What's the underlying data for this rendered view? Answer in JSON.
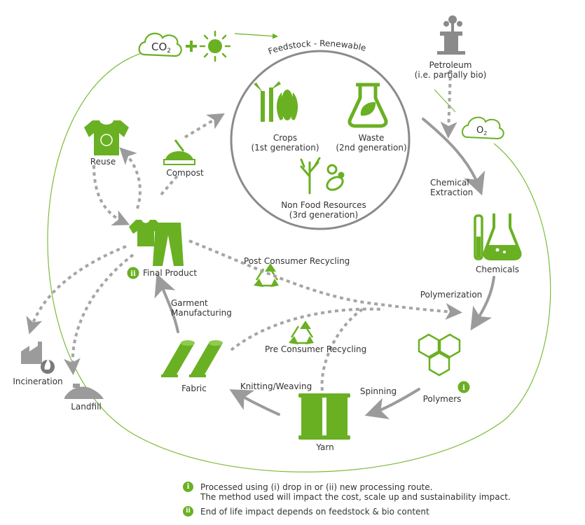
{
  "colors": {
    "accent": "#6ab023",
    "gray": "#9b9b9b",
    "dark_gray": "#7a7a7a"
  },
  "top": {
    "co2_base": "CO",
    "co2_sub": "2",
    "plus": "+",
    "feedstock_title": "Feedstock - Renewable"
  },
  "petroleum": {
    "line1": "Petroleum",
    "line2": "(i.e. partially bio)"
  },
  "o2": {
    "base": "O",
    "sub": "2"
  },
  "feedstock": {
    "crops": {
      "line1": "Crops",
      "line2": "(1st generation)"
    },
    "waste": {
      "line1": "Waste",
      "line2": "(2nd generation)"
    },
    "non_food": {
      "line1": "Non Food Resources",
      "line2": "(3rd generation)"
    }
  },
  "nodes": {
    "reuse": "Reuse",
    "compost": "Compost",
    "final_product": "Final Product",
    "chemicals": "Chemicals",
    "polymers": "Polymers",
    "yarn": "Yarn",
    "fabric": "Fabric",
    "incineration": "Incineration",
    "landfill": "Landfill"
  },
  "process_labels": {
    "chemical_extraction": {
      "line1": "Chemical",
      "line2": "Extraction"
    },
    "polymerization": "Polymerization",
    "spinning": "Spinning",
    "knitting_weaving": "Knitting/Weaving",
    "garment_manufacturing": {
      "line1": "Garment",
      "line2": "Manufacturing"
    },
    "post_consumer_recycling": "Post Consumer Recycling",
    "pre_consumer_recycling": "Pre Consumer Recycling"
  },
  "badges": {
    "i": "i",
    "ii": "ii"
  },
  "footnotes": {
    "note_i_line1": "Processed using (i) drop in or (ii) new processing route.",
    "note_i_line2": "The method used will impact the cost, scale up and sustainability impact.",
    "note_ii": "End of life impact depends on feedstock & bio content"
  }
}
